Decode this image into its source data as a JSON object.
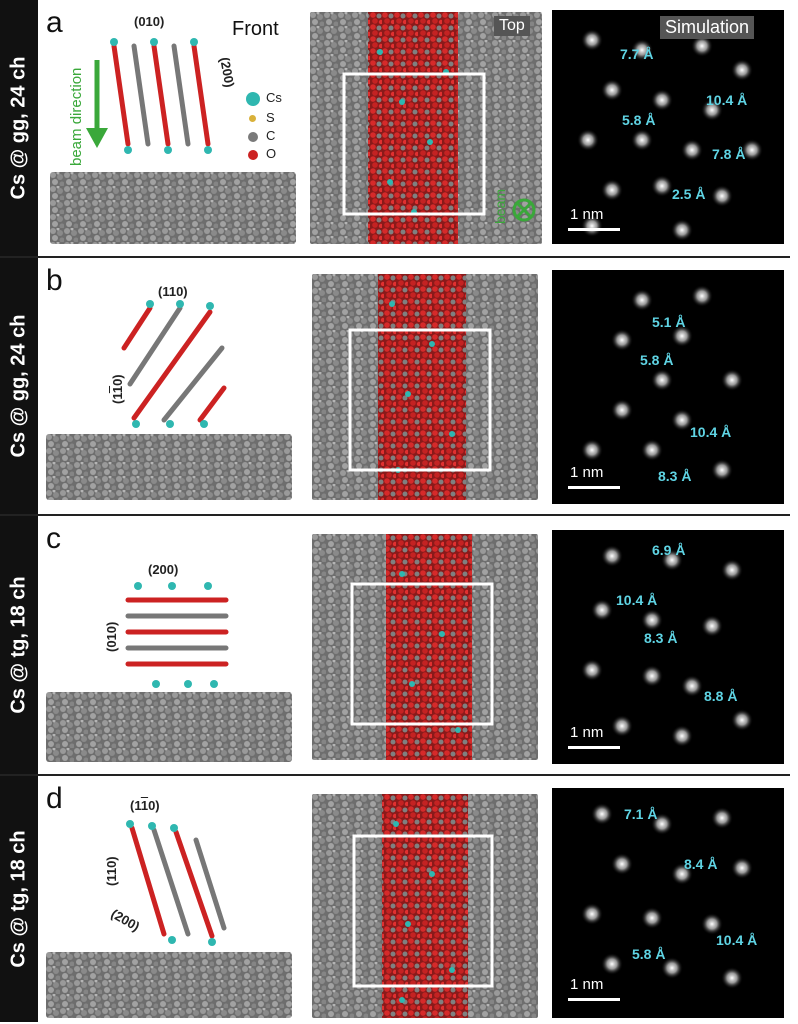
{
  "colors": {
    "cs": "#2fb7b0",
    "s": "#d9b13a",
    "c": "#7a7a7a",
    "o": "#cc2222",
    "substrate": "#7b7b7b",
    "measure": "#5fd4e4",
    "beam": "#3aa83a"
  },
  "header": {
    "front": "Front",
    "top": "Top",
    "simulation": "Simulation"
  },
  "legend": {
    "cs": "Cs",
    "s": "S",
    "c": "C",
    "o": "O"
  },
  "beam": {
    "direction": "beam direction",
    "top": "beam"
  },
  "panels": [
    {
      "letter": "a",
      "side": "Cs @ gg, 24 ch",
      "hkl": [
        "(010)",
        "(200)"
      ],
      "measures": [
        "7.7 Å",
        "10.4 Å",
        "5.8 Å",
        "7.8 Å",
        "2.5 Å"
      ],
      "scale": "1 nm"
    },
    {
      "letter": "b",
      "side": "Cs @ gg, 24 ch",
      "hkl": [
        "(110)",
        "(1",
        "1",
        "0)"
      ],
      "measures": [
        "5.1 Å",
        "5.8 Å",
        "10.4 Å",
        "8.3 Å"
      ],
      "scale": "1 nm"
    },
    {
      "letter": "c",
      "side": "Cs @ tg, 18 ch",
      "hkl": [
        "(200)",
        "(010)"
      ],
      "measures": [
        "6.9 Å",
        "10.4 Å",
        "8.3 Å",
        "8.8 Å"
      ],
      "scale": "1 nm"
    },
    {
      "letter": "d",
      "side": "Cs @ tg, 18 ch",
      "hkl": [
        "(1",
        "1",
        "0)",
        "(110)",
        "(200)"
      ],
      "measures": [
        "7.1 Å",
        "8.4 Å",
        "5.8 Å",
        "10.4 Å"
      ],
      "scale": "1 nm"
    }
  ]
}
